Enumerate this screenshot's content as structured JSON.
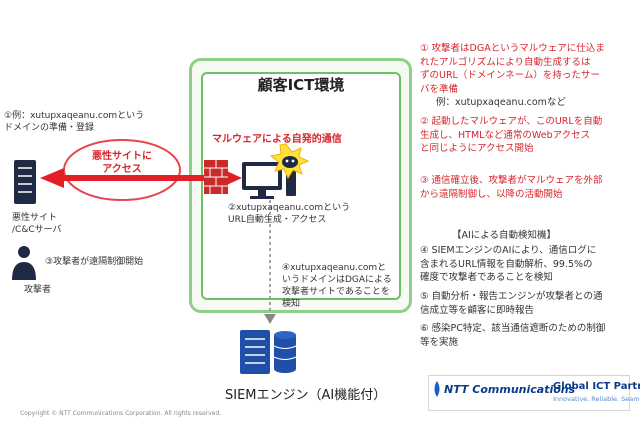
{
  "environment": {
    "title": "顧客ICT環境"
  },
  "left": {
    "step1": "①例：xutupxaqeanu.comという\nドメインの準備・登録",
    "server_label": "悪性サイト\n/C&Cサーバ",
    "attacker_label": "攻撃者",
    "step3": "③攻撃者が遠隔制御開始"
  },
  "center": {
    "arrow_label": "悪性サイトに\nアクセス",
    "malware_comm": "マルウェアによる自発的通信",
    "step2": "②xutupxaqeanu.comという\nURL自動生成・アクセス",
    "step4": "④xutupxaqeanu.comと\nいうドメインはDGAによる\n攻撃者サイトであることを\n検知",
    "siem_label": "SIEMエンジン（AI機能付）"
  },
  "right": {
    "item1": "① 攻撃者はDGAというマルウェアに仕込ま\nれたアルゴリズムにより自動生成するは\nずのURL（ドメインネーム）を持ったサー\nバを準備",
    "item1_example": "例：xutupxaqeanu.comなど",
    "item2": "② 起動したマルウェアが、このURLを自動\n生成し、HTMLなど通常のWebアクセス\nと同じようにアクセス開始",
    "item3": "③ 通信確立後、攻撃者がマルウェアを外部\nから遠隔制御し、以降の活動開始",
    "ai_title": "【AIによる自動検知機】",
    "item4": "④ SIEMエンジンのAIにより、通信ログに\n含まれるURL情報を自動解析、99.5%の\n確度で攻撃者であることを検知",
    "item5": "⑤ 自動分析・報告エンジンが攻撃者との通\n信成立等を顧客に即時報告",
    "item6": "⑥ 感染PC特定、該当通信遮断のための制御\n等を実施"
  },
  "logo": {
    "ntt": "NTT Communications",
    "gip": "Global ICT Partner",
    "gip_sub": "Innovative. Reliable. Seamless."
  },
  "footer": {
    "copyright": "Copyright © NTT Communications Corporation. All rights reserved."
  },
  "colors": {
    "accent_red": "#d8262c",
    "env_green": "#8fcf88",
    "icon_navy": "#1f2a44",
    "siem_blue": "#1f4fa8"
  }
}
